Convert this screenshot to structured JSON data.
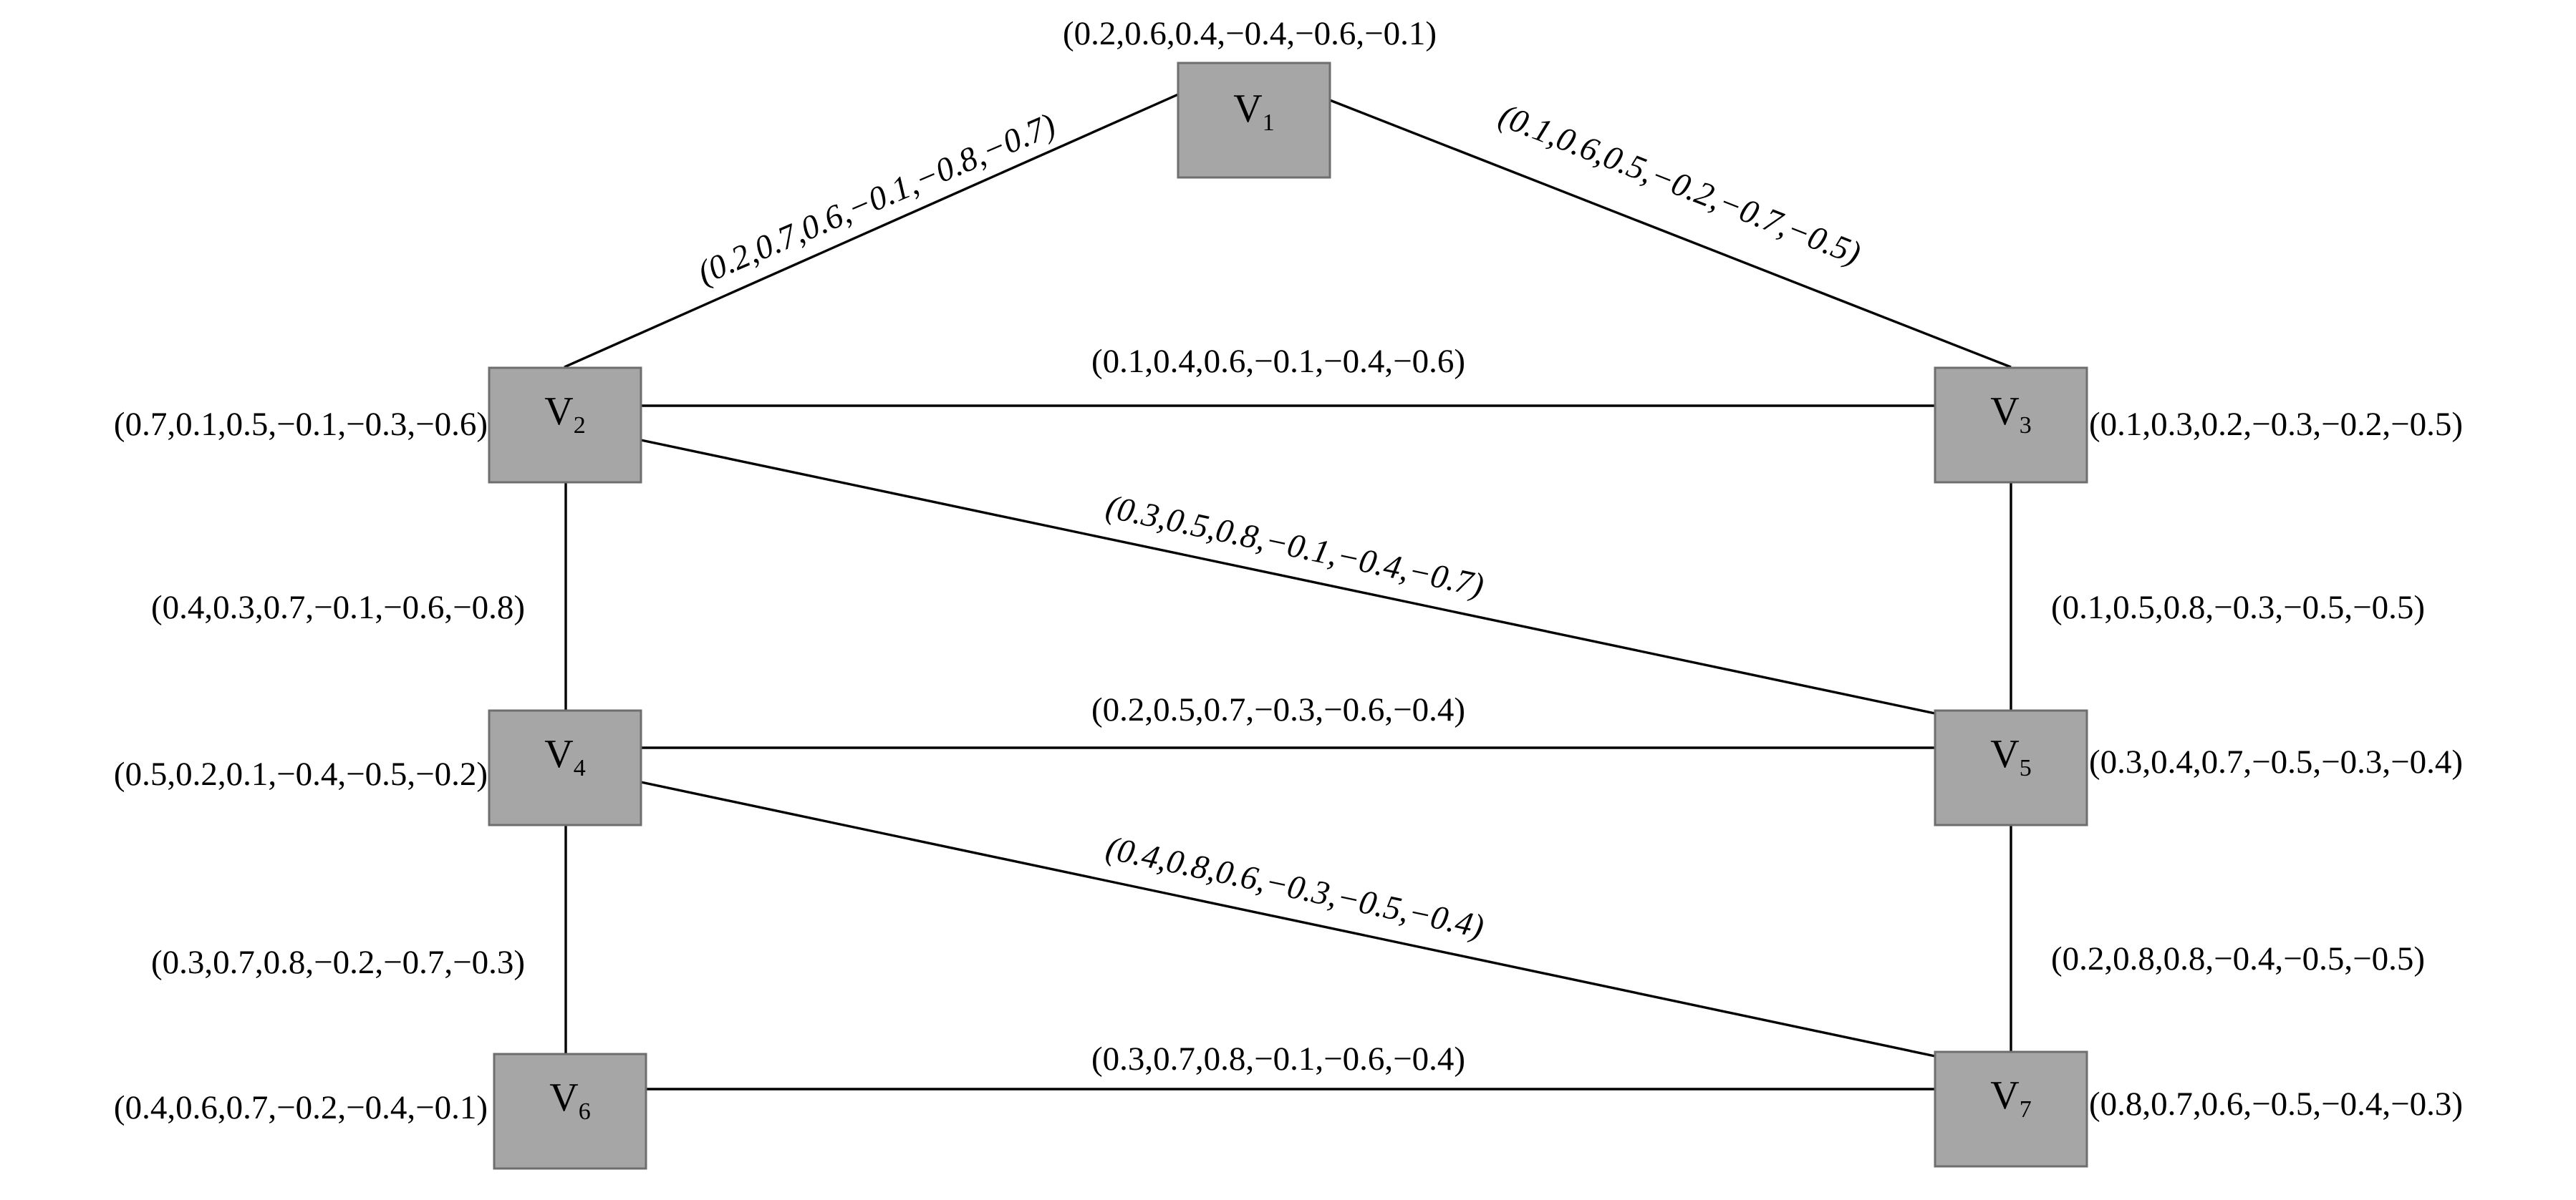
{
  "nodes": [
    {
      "id": "v1",
      "letter": "V",
      "sub": "1",
      "label": "(0.2,0.6,0.4,−0.4,−0.6,−0.1)"
    },
    {
      "id": "v2",
      "letter": "V",
      "sub": "2",
      "label": "(0.7,0.1,0.5,−0.1,−0.3,−0.6)"
    },
    {
      "id": "v3",
      "letter": "V",
      "sub": "3",
      "label": "(0.1,0.3,0.2,−0.3,−0.2,−0.5)"
    },
    {
      "id": "v4",
      "letter": "V",
      "sub": "4",
      "label": "(0.5,0.2,0.1,−0.4,−0.5,−0.2)"
    },
    {
      "id": "v5",
      "letter": "V",
      "sub": "5",
      "label": "(0.3,0.4,0.7,−0.5,−0.3,−0.4)"
    },
    {
      "id": "v6",
      "letter": "V",
      "sub": "6",
      "label": "(0.4,0.6,0.7,−0.2,−0.4,−0.1)"
    },
    {
      "id": "v7",
      "letter": "V",
      "sub": "7",
      "label": "(0.8,0.7,0.6,−0.5,−0.4,−0.3)"
    }
  ],
  "edges": [
    {
      "from": "v1",
      "to": "v2",
      "label": "(0.2,0.7,0.6,−0.1,−0.8,−0.7)"
    },
    {
      "from": "v1",
      "to": "v3",
      "label": "(0.1,0.6,0.5,−0.2,−0.7,−0.5)"
    },
    {
      "from": "v2",
      "to": "v3",
      "label": "(0.1,0.4,0.6,−0.1,−0.4,−0.6)"
    },
    {
      "from": "v2",
      "to": "v5",
      "label": "(0.3,0.5,0.8,−0.1,−0.4,−0.7)"
    },
    {
      "from": "v2",
      "to": "v4",
      "label": "(0.4,0.3,0.7,−0.1,−0.6,−0.8)"
    },
    {
      "from": "v3",
      "to": "v5",
      "label": "(0.1,0.5,0.8,−0.3,−0.5,−0.5)"
    },
    {
      "from": "v4",
      "to": "v5",
      "label": "(0.2,0.5,0.7,−0.3,−0.6,−0.4)"
    },
    {
      "from": "v4",
      "to": "v7",
      "label": "(0.4,0.8,0.6,−0.3,−0.5,−0.4)"
    },
    {
      "from": "v4",
      "to": "v6",
      "label": "(0.3,0.7,0.8,−0.2,−0.7,−0.3)"
    },
    {
      "from": "v5",
      "to": "v7",
      "label": "(0.2,0.8,0.8,−0.4,−0.5,−0.5)"
    },
    {
      "from": "v6",
      "to": "v7",
      "label": "(0.3,0.7,0.8,−0.1,−0.6,−0.4)"
    }
  ],
  "colors": {
    "node_fill": "#a6a6a6",
    "node_border": "#6e6e6e",
    "edge": "#000000",
    "text": "#000000"
  }
}
